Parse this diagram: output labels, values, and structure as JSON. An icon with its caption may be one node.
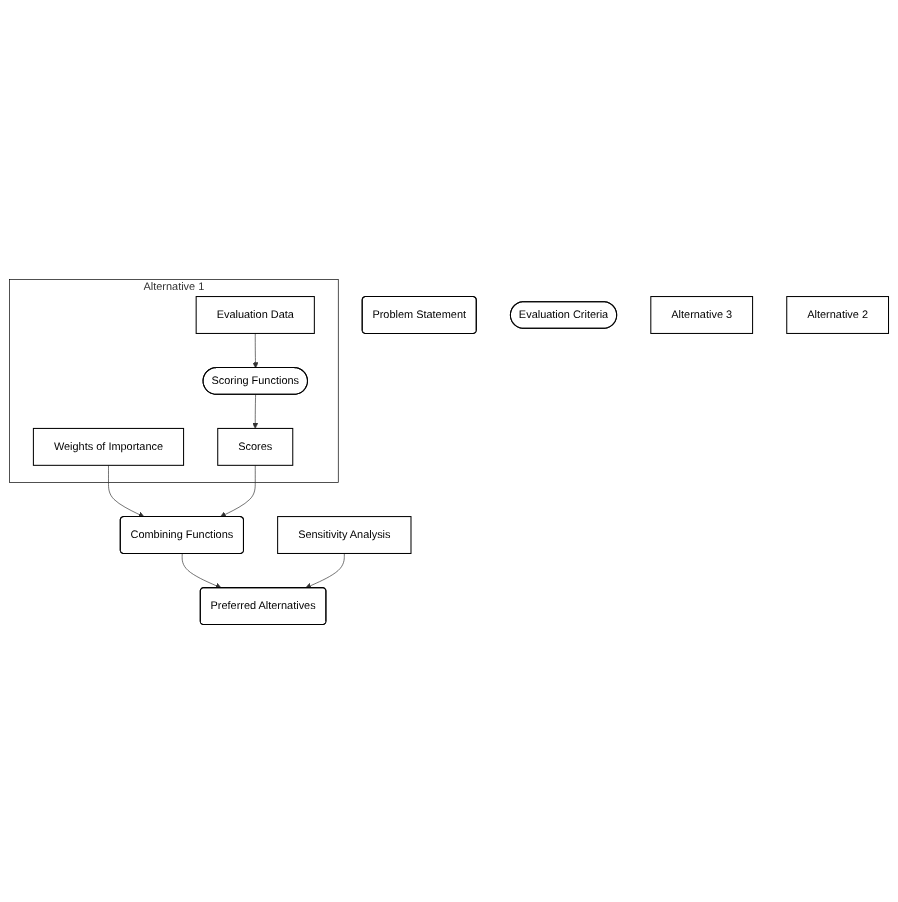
{
  "diagram": {
    "nodes": [
      {
        "text": [
          "Problem Statement"
        ]
      },
      {
        "text": [
          "Evaluation Criteria"
        ]
      },
      {
        "text": [
          "Alternative 3"
        ]
      },
      {
        "text": [
          "Alternative 2"
        ]
      },
      {
        "text": [
          "Alternative 1"
        ]
      },
      {
        "text": [
          "Evaluation Data"
        ],
        "in": 4
      },
      {
        "text": [
          "Scoring Functions"
        ],
        "in": 4
      },
      {
        "text": [
          "Weights of Importance"
        ],
        "in": 4
      },
      {
        "text": [
          "Scores"
        ],
        "in": 4
      },
      {
        "text": [
          "Combining Functions"
        ]
      },
      {
        "text": [
          "Sensitivity Analysis"
        ]
      },
      {
        "text": [
          "Preferred Alternatives"
        ]
      }
    ],
    "edges": [
      {
        "from": 5,
        "to": 6,
        "arrow": "to"
      },
      {
        "from": 6,
        "to": 8,
        "arrow": "to"
      },
      {
        "from": 7,
        "to": 9,
        "arrow": "to"
      },
      {
        "from": 8,
        "to": 9,
        "arrow": "to"
      },
      {
        "from": 9,
        "to": 11,
        "arrow": "to"
      },
      {
        "from": 10,
        "to": 11,
        "arrow": "to"
      }
    ]
  }
}
